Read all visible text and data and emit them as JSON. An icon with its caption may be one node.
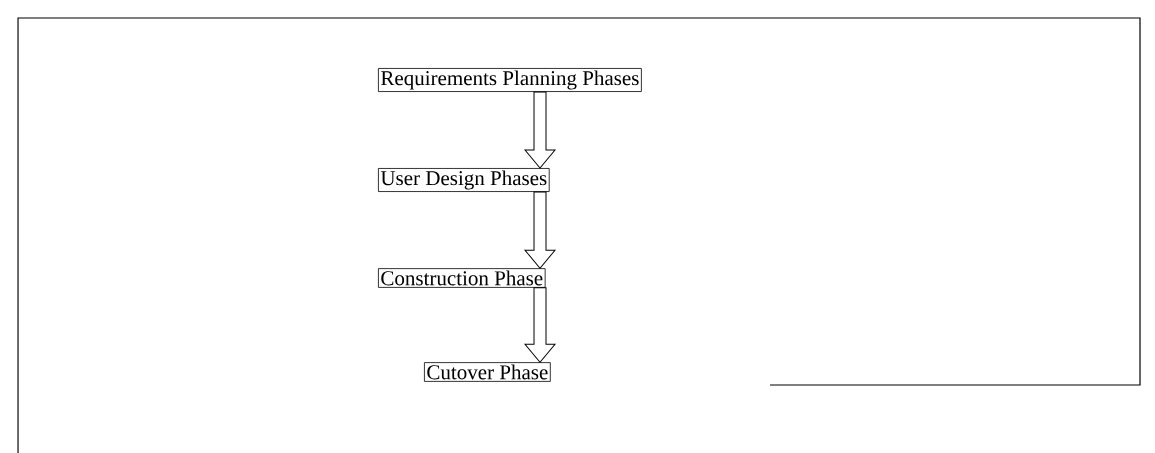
{
  "diagram": {
    "nodes": [
      {
        "text": [
          "Requirements Planning Phases"
        ]
      },
      {
        "text": [
          "User Design Phases"
        ]
      },
      {
        "text": [
          "Construction Phase"
        ]
      },
      {
        "text": [
          "Cutover Phase"
        ]
      }
    ],
    "edges": [
      {
        "from": 0,
        "to": 1,
        "arrow": "to"
      },
      {
        "from": 1,
        "to": 2,
        "arrow": "to"
      },
      {
        "from": 2,
        "to": 3,
        "arrow": "to"
      }
    ]
  }
}
